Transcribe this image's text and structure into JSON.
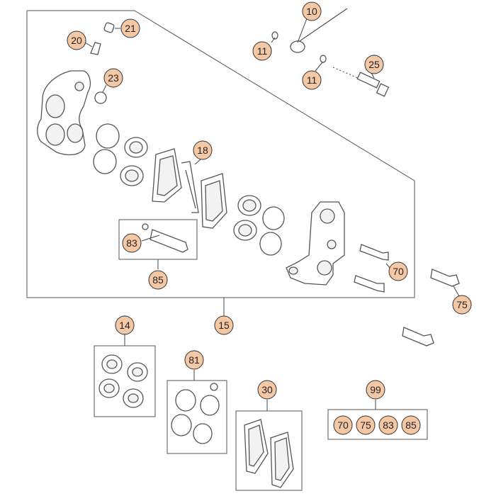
{
  "diagram": {
    "callouts": {
      "c10": "10",
      "c11a": "11",
      "c11b": "11",
      "c14": "14",
      "c15": "15",
      "c18": "18",
      "c20": "20",
      "c21": "21",
      "c23": "23",
      "c25": "25",
      "c30": "30",
      "c70": "70",
      "c75": "75",
      "c81": "81",
      "c83": "83",
      "c85": "85",
      "c99": "99",
      "kit70": "70",
      "kit75": "75",
      "kit83": "83",
      "kit85": "85"
    },
    "colors": {
      "callout_fill": "#f4c7a5",
      "outline": "#555555",
      "background": "#ffffff"
    }
  }
}
